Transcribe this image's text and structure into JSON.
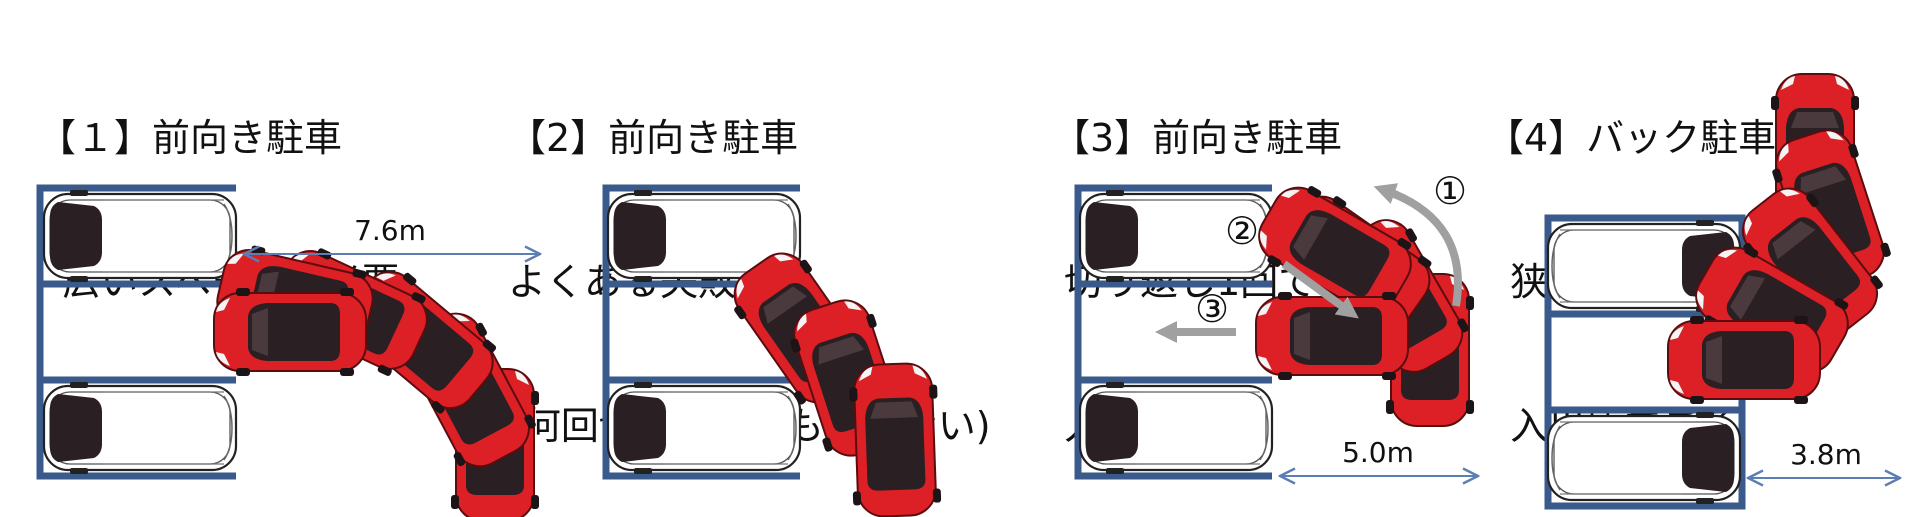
{
  "panels": [
    {
      "id": "1",
      "title_lines": [
        "【１】前向き駐車",
        "  広いスペースが必要"
      ],
      "dimension": "7.6m"
    },
    {
      "id": "2",
      "title_lines": [
        "【2】前向き駐車",
        "よくある失敗",
        "(何回切り返しても入らない)"
      ]
    },
    {
      "id": "3",
      "title_lines": [
        "【3】前向き駐車",
        " 切り返し1回で",
        " 入れる方法"
      ],
      "dimension": "5.0m",
      "steps": [
        "①",
        "②",
        "③"
      ]
    },
    {
      "id": "4",
      "title_lines": [
        "【4】バック駐車",
        "  狭くても",
        "  入出庫できる"
      ],
      "dimension": "3.8m"
    }
  ],
  "colors": {
    "lot_frame": "#3a5a8c",
    "car_red": "#dd1f26",
    "car_dark": "#2a1f22",
    "car_white": "#ffffff",
    "dimension_arrow": "#5b7fb5",
    "motion_arrow": "#a0a0a0"
  }
}
